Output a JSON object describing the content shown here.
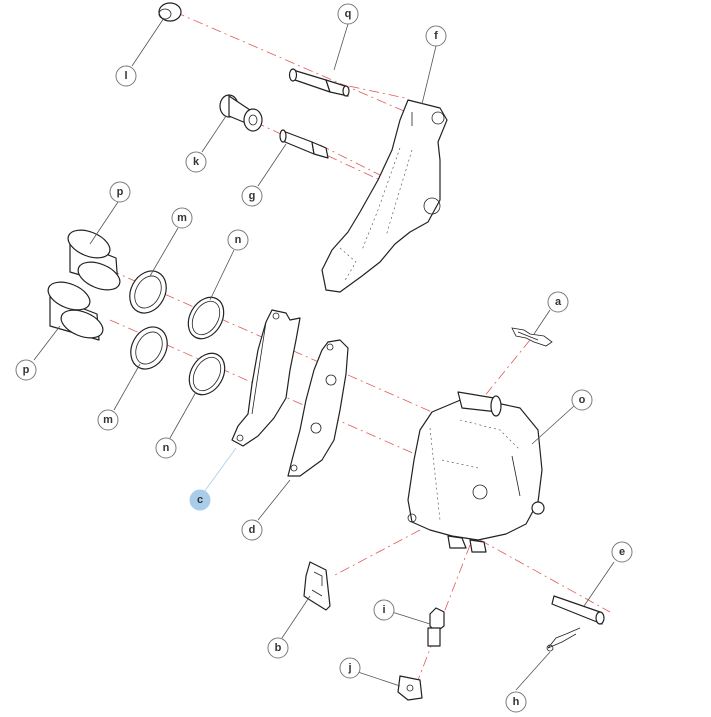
{
  "accent_color": "#a9cde8",
  "axis_color": "#e05a5a",
  "callouts": {
    "a": "a",
    "b": "b",
    "c": "c",
    "d": "d",
    "e": "e",
    "f": "f",
    "g": "g",
    "h": "h",
    "i": "i",
    "j": "j",
    "k": "k",
    "l": "l",
    "m1": "m",
    "m2": "m",
    "n1": "n",
    "n2": "n",
    "o": "o",
    "p1": "p",
    "p2": "p",
    "q": "q"
  },
  "selected_callout": "c"
}
